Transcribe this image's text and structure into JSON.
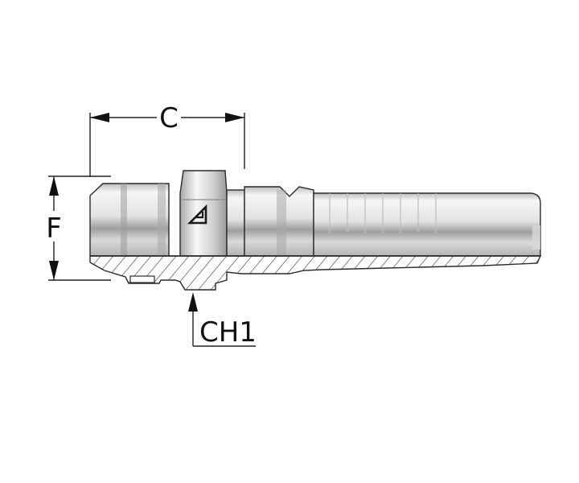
{
  "drawing": {
    "dimensions": {
      "c": "C",
      "f": "F",
      "ch1": "CH1"
    },
    "colors": {
      "background": "#ffffff",
      "metal_light": "#f4f4f4",
      "metal_mid": "#cfcfcf",
      "metal_dark": "#a3a3a3",
      "outline": "#2b2b2b",
      "hatch": "#333333"
    },
    "icons": {
      "brand_mark": "triangle-logo-icon"
    }
  }
}
